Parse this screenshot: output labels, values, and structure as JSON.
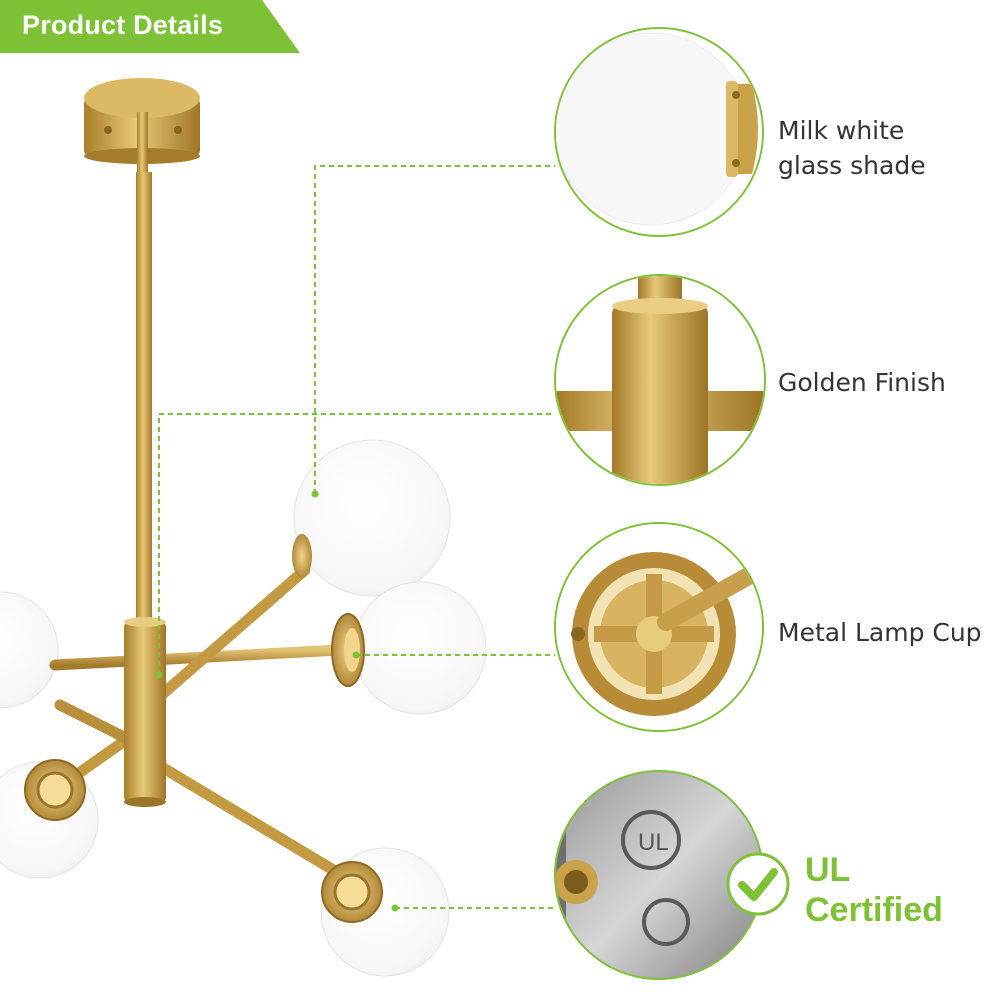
{
  "banner": {
    "title": "Product Details"
  },
  "features": [
    {
      "label_line1": "Milk white",
      "label_line2": "glass shade",
      "icon": "glass-shade-detail"
    },
    {
      "label": "Golden Finish",
      "icon": "golden-finish-detail"
    },
    {
      "label": "Metal Lamp Cup",
      "icon": "lamp-cup-detail"
    },
    {
      "label_line1": "UL",
      "label_line2": "Certified",
      "icon": "ul-stamp-detail"
    }
  ],
  "colors": {
    "accent": "#7cc234",
    "gold": "#c9a24a",
    "text": "#333333"
  },
  "stamp_text": "UL"
}
